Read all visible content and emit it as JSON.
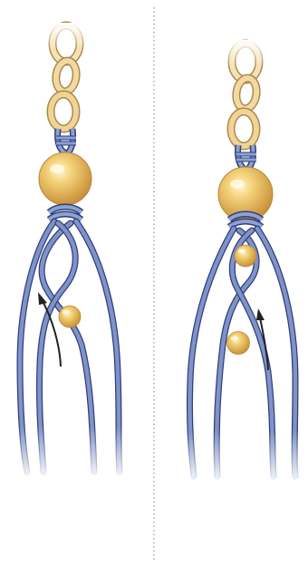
{
  "figure": {
    "background": "#ffffff",
    "divider_color": "#7a7fc6",
    "cord_color": "#7f93c9",
    "cord_outline": "#2f3f78",
    "bead_gold": "#f1c969",
    "bead_shadow": "#cf9a3c",
    "chain_gold": "#f3d9a0",
    "chain_outline": "#a88a50",
    "arrow_color": "#222222"
  },
  "panels": [
    {
      "name": "step-left",
      "arrow": "up-arrow",
      "small_bead_count": 1
    },
    {
      "name": "step-right",
      "arrow": "up-arrow",
      "small_bead_count": 2
    }
  ]
}
